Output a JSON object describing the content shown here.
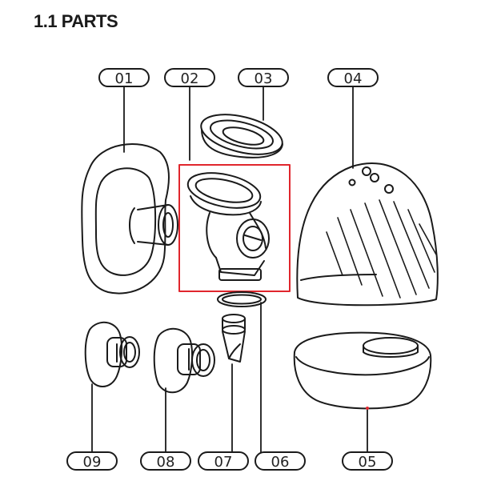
{
  "title": "1.1 PARTS",
  "labels": {
    "p01": "01",
    "p02": "02",
    "p03": "03",
    "p04": "04",
    "p05": "05",
    "p06": "06",
    "p07": "07",
    "p08": "08",
    "p09": "09"
  },
  "colors": {
    "line": "#1a1a1a",
    "highlight": "#e0262d",
    "dot": "#e0262d"
  }
}
